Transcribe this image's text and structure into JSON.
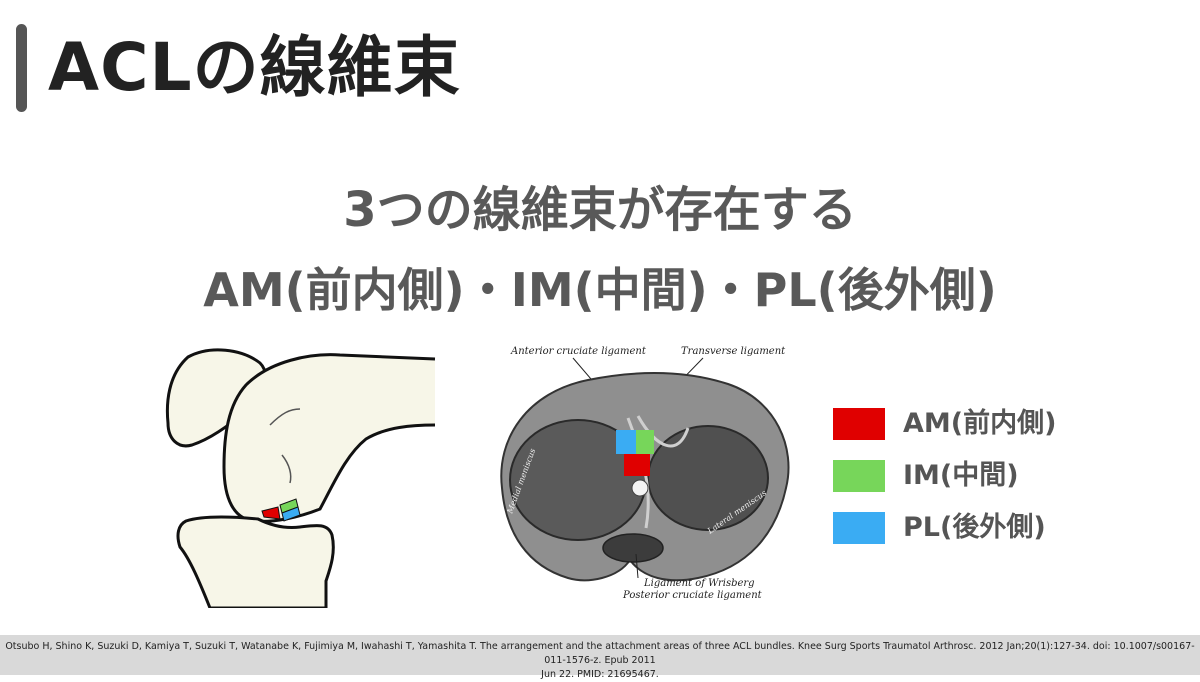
{
  "slide": {
    "title": "ACLの線維束",
    "headline_line1": "3つの線維束が存在する",
    "headline_line2": "AM(前内側)・IM(中間)・PL(後外側)"
  },
  "diagram": {
    "labels": {
      "anterior": "Anterior cruciate ligament",
      "transverse": "Transverse ligament",
      "medial_meniscus": "Medial meniscus",
      "lateral_meniscus": "Lateral meniscus",
      "wrisberg": "Ligament of Wrisberg",
      "posterior": "Posterior cruciate ligament"
    }
  },
  "legend": [
    {
      "label": "AM(前内側)",
      "color": "#e00000"
    },
    {
      "label": "IM(中間)",
      "color": "#77d65a"
    },
    {
      "label": "PL(後外側)",
      "color": "#3aacf3"
    }
  ],
  "colors": {
    "am": "#e00000",
    "im": "#77d65a",
    "pl": "#3aacf3",
    "bone_fill": "#f7f6e8",
    "title_accent": "#555555"
  },
  "citation": {
    "line1": "Otsubo H, Shino K, Suzuki D, Kamiya T, Suzuki T, Watanabe K, Fujimiya M, Iwahashi T, Yamashita T. The arrangement and the attachment areas of three ACL bundles. Knee Surg Sports Traumatol Arthrosc. 2012 Jan;20(1):127-34. doi: 10.1007/s00167-011-1576-z. Epub 2011",
    "line2": "Jun 22. PMID: 21695467."
  }
}
